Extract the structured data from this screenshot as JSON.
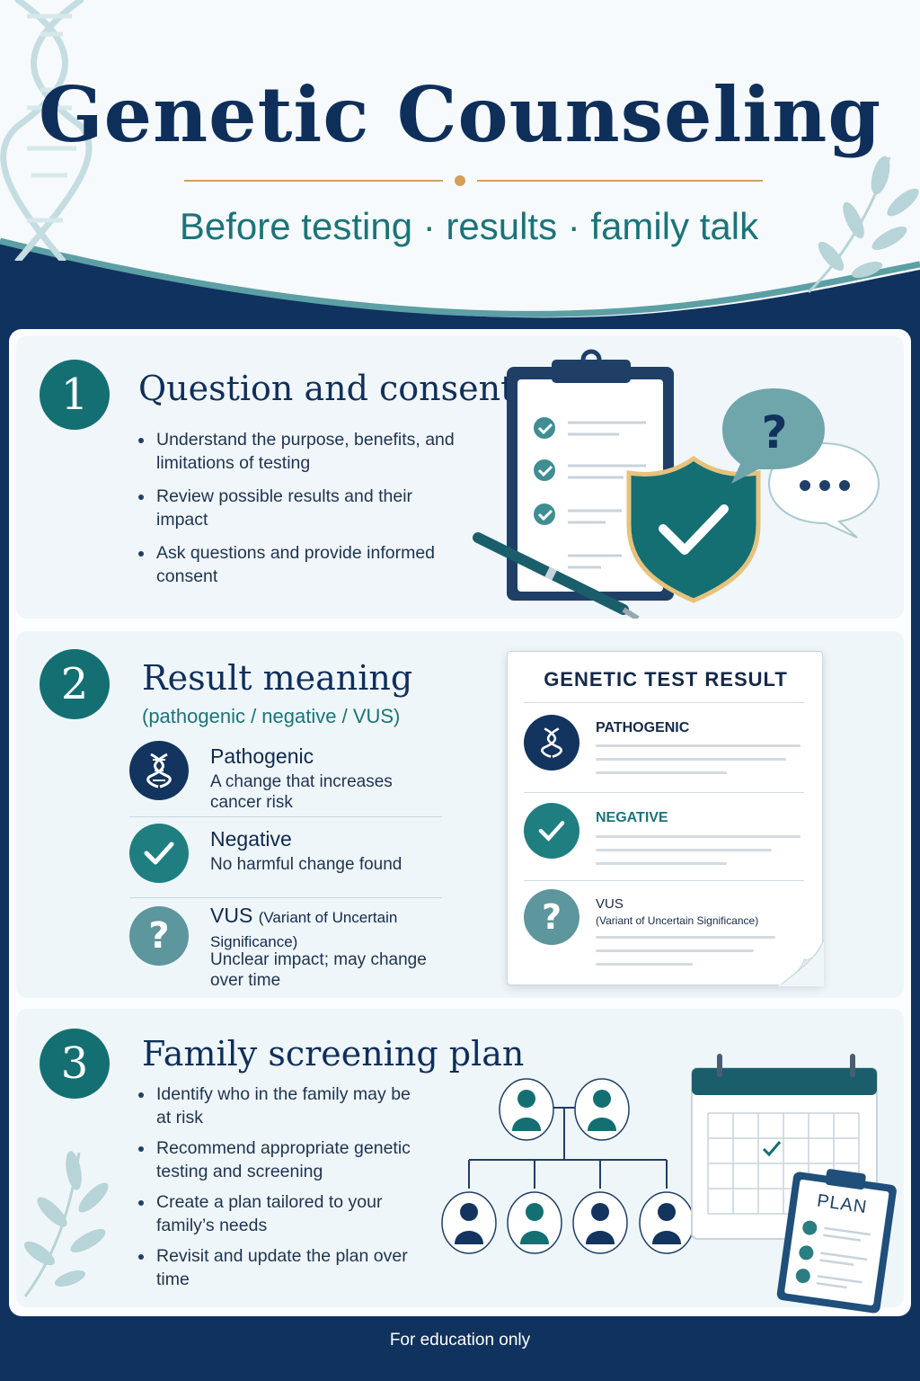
{
  "header": {
    "title": "Genetic Counseling",
    "subtitle": "Before testing · results · family talk"
  },
  "colors": {
    "navy": "#10325e",
    "teal": "#146f73",
    "gold": "#d3a05a",
    "panel_bg": "#eff6f9"
  },
  "sections": {
    "s1": {
      "number": "1",
      "title": "Question and consent",
      "bullets": [
        "Understand the purpose, benefits, and limitations of testing",
        "Review possible results and their impact",
        "Ask questions and provide informed consent"
      ],
      "icons": [
        "clipboard-icon",
        "shield-check-icon",
        "pen-icon",
        "question-bubble-icon",
        "ellipsis-bubble-icon"
      ]
    },
    "s2": {
      "number": "2",
      "title": "Result meaning",
      "subtitle": "(pathogenic / negative / VUS)",
      "results": [
        {
          "name": "Pathogenic",
          "desc": "A change that increases cancer risk",
          "icon": "dna-icon"
        },
        {
          "name": "Negative",
          "desc": "No harmful change found",
          "icon": "check-icon"
        },
        {
          "name": "VUS",
          "name_detail": "(Variant of Uncertain Significance)",
          "desc": "Unclear impact; may change over time",
          "icon": "question-icon"
        }
      ],
      "report": {
        "title": "GENETIC TEST RESULT",
        "items": [
          {
            "label": "PATHOGENIC"
          },
          {
            "label": "NEGATIVE"
          },
          {
            "label": "VUS",
            "detail": "(Variant of Uncertain Significance)"
          }
        ]
      }
    },
    "s3": {
      "number": "3",
      "title": "Family screening plan",
      "bullets": [
        "Identify who in the family may be at risk",
        "Recommend appropriate genetic testing and screening",
        "Create a plan tailored to your family’s needs",
        "Revisit and update the plan over time"
      ],
      "plan_label": "PLAN",
      "icons": [
        "family-tree-icon",
        "calendar-icon",
        "plan-clipboard-icon"
      ]
    }
  },
  "footer": {
    "text": "For education only"
  }
}
